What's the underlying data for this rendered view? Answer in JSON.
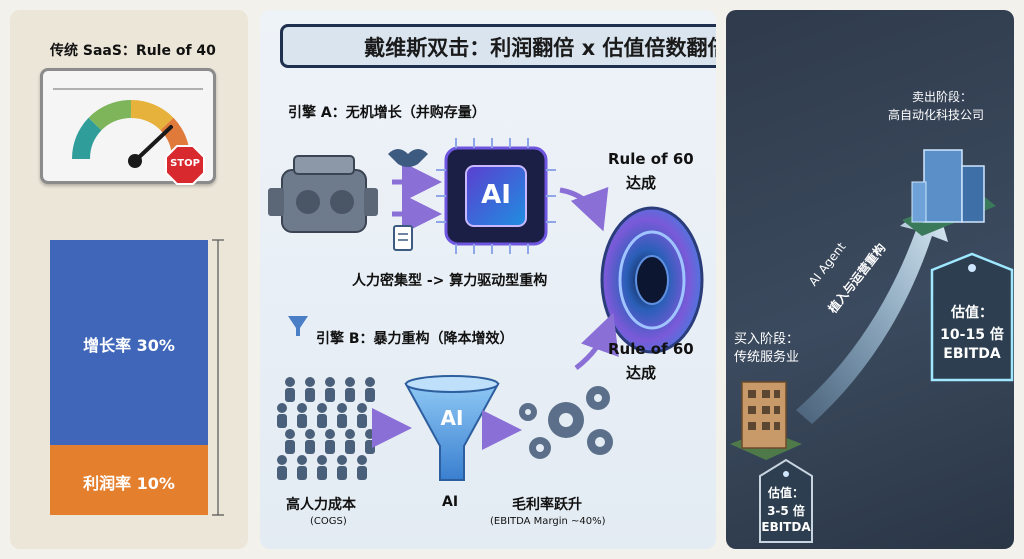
{
  "title": "戴维斯双击：利润翻倍 x 估值倍数翻倍 = 指数级回报",
  "left": {
    "heading": "传统 SaaS：Rule of 40",
    "stop_sign": "STOP",
    "growth_label": "增长率 30%",
    "profit_label": "利润率 10%",
    "growth_value": 30,
    "profit_value": 10,
    "colors": {
      "growth": "#3f66b8",
      "profit": "#e47f2e"
    }
  },
  "engine_a": {
    "heading": "引擎 A：无机增长（并购存量）",
    "chip_label": "AI",
    "caption": "人力密集型 -> 算力驱动型重构"
  },
  "engine_b": {
    "heading": "引擎 B：暴力重构（降本增效）",
    "funnel_label": "AI",
    "people_label": "高人力成本",
    "people_sub": "(COGS)",
    "funnel_caption": "AI",
    "gears_label": "毛利率跃升",
    "gears_sub": "(EBITDA Margin ~40%)"
  },
  "rule60_top": {
    "line1": "Rule of 60",
    "line2": "达成"
  },
  "rule60_bottom": {
    "line1": "Rule of 60",
    "line2": "达成"
  },
  "right": {
    "sell_stage": "卖出阶段：",
    "sell_company": "高自动化科技公司",
    "sell_tag_title": "估值：",
    "sell_tag_value": "10-15 倍",
    "sell_tag_unit": "EBITDA",
    "buy_stage": "买入阶段：",
    "buy_company": "传统服务业",
    "buy_tag_title": "估值：",
    "buy_tag_value": "3-5 倍",
    "buy_tag_unit": "EBITDA",
    "arrow_line1": "AI Agent",
    "arrow_line2": "植入与运营重构"
  }
}
